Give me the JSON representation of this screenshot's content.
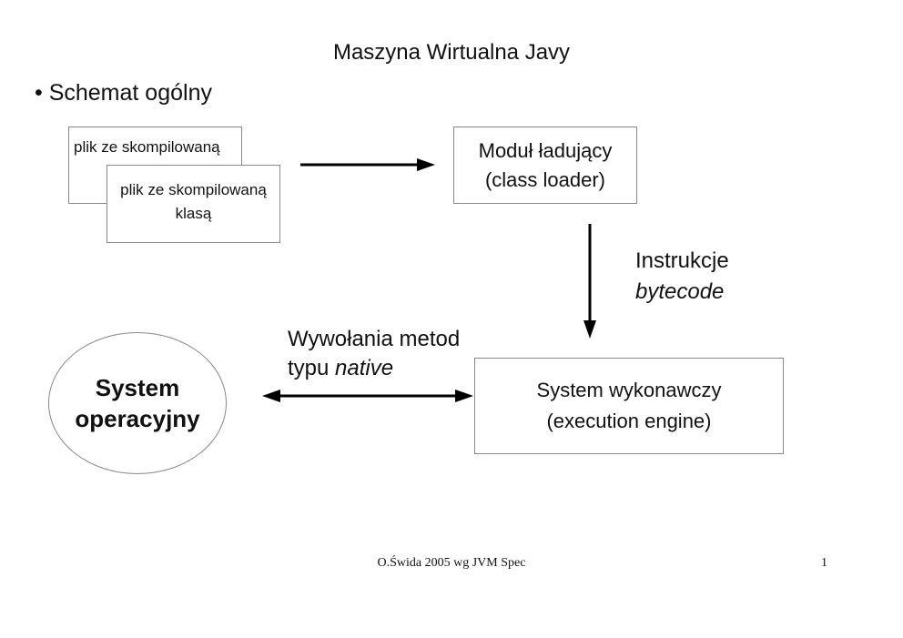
{
  "slide": {
    "title": "Maszyna Wirtualna Javy",
    "bullet": "• Schemat ogólny",
    "files": {
      "back_label": "plik ze skompilowaną",
      "front_line1": "plik ze skompilowaną",
      "front_line2": "klasą"
    },
    "class_loader": {
      "line1": "Moduł ładujący",
      "line2": "(class loader)"
    },
    "bytecode_label": {
      "line1": "Instrukcje",
      "line2": "bytecode"
    },
    "native_label": {
      "line1": "Wywołania metod",
      "line2_prefix": "typu ",
      "line2_italic": "native"
    },
    "os": {
      "line1": "System",
      "line2": "operacyjny"
    },
    "engine": {
      "line1": "System wykonawczy",
      "line2": "(execution engine)"
    },
    "footer": "O.Świda 2005 wg JVM Spec",
    "page_number": "1"
  }
}
